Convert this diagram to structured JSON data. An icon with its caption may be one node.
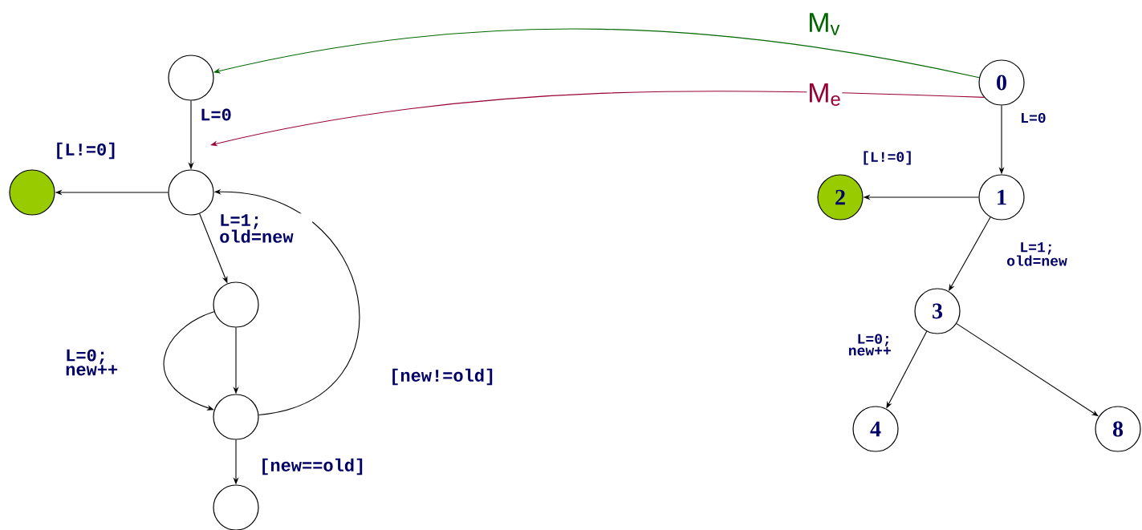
{
  "diagram": {
    "nodes": [
      {
        "text": [],
        "shape": "circle"
      },
      {
        "text": [],
        "shape": "circle"
      },
      {
        "text": [],
        "shape": "circle"
      },
      {
        "text": [],
        "shape": "circle"
      },
      {
        "text": [],
        "shape": "circle"
      },
      {
        "text": [],
        "shape": "circle"
      },
      {
        "text": [
          "0"
        ]
      },
      {
        "text": [
          "1"
        ]
      },
      {
        "text": [
          "2"
        ]
      },
      {
        "text": [
          "3"
        ]
      },
      {
        "text": [
          "4"
        ]
      },
      {
        "text": [
          "8"
        ]
      }
    ],
    "edges": [
      {
        "from": 0,
        "to": 1,
        "arrow": "to",
        "label": "L=0"
      },
      {
        "from": 1,
        "to": 2,
        "arrow": "to",
        "label": "[L!=0]"
      },
      {
        "from": 1,
        "to": 3,
        "arrow": "to",
        "label": "L=1; old=new"
      },
      {
        "from": 3,
        "to": 4,
        "arrow": "to"
      },
      {
        "from": 3,
        "to": 4,
        "arrow": "to",
        "label": "L=0; new++"
      },
      {
        "from": 4,
        "to": 1,
        "arrow": "to",
        "label": "[new!=old]"
      },
      {
        "from": 4,
        "to": 5,
        "arrow": "to",
        "label": "[new==old]"
      },
      {
        "from": 6,
        "to": 7,
        "arrow": "to",
        "label": "L=0"
      },
      {
        "from": 7,
        "to": 8,
        "arrow": "to",
        "label": "[L!=0]"
      },
      {
        "from": 7,
        "to": 9,
        "arrow": "to",
        "label": "L=1; old=new"
      },
      {
        "from": 9,
        "to": 10,
        "arrow": "to",
        "label": "L=0; new++"
      },
      {
        "from": 9,
        "to": 11,
        "arrow": "to"
      },
      {
        "from": 6,
        "to": 0,
        "arrow": "to",
        "label": "M$_{v}$",
        "color": "#006600"
      },
      {
        "from": 6,
        "to": null,
        "arrow": "to",
        "label": "M$_{e}$",
        "color": "#990033"
      }
    ]
  }
}
